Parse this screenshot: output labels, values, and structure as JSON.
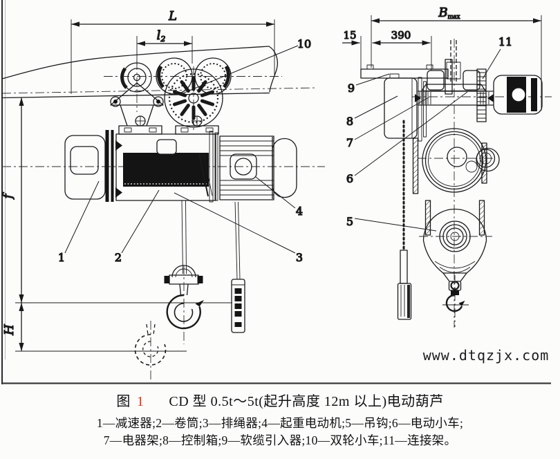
{
  "page": {
    "background": "#fcfcfb",
    "ink_color": "#1a1a1a",
    "figure_number_color": "#cf3a28"
  },
  "watermark": {
    "text": "www.dtqzjx.com"
  },
  "caption": {
    "figure_label": "图",
    "figure_number": "1",
    "title": "CD 型 0.5t～5t(起升高度 12m 以上)电动葫芦",
    "legend_line1": "1—减速器;2—卷筒;3—排绳器;4—起重电动机;5—吊钩;6—电动小车;",
    "legend_line2": "7—电器架;8—控制箱;9—软缆引入器;10—双轮小车;11—连接架。"
  },
  "left_view": {
    "dims": {
      "L": "L",
      "l2_base": "l",
      "l2_sub": "2",
      "f": "f",
      "H": "H"
    },
    "callouts": {
      "c1": "1",
      "c2": "2",
      "c3": "3",
      "c4": "4",
      "c10": "10"
    }
  },
  "right_view": {
    "dims": {
      "Bmax_base": "B",
      "Bmax_sub": "max",
      "d15": "15",
      "d390": "390"
    },
    "callouts": {
      "c5": "5",
      "c6": "6",
      "c7": "7",
      "c8": "8",
      "c9": "9",
      "c11": "11"
    }
  }
}
